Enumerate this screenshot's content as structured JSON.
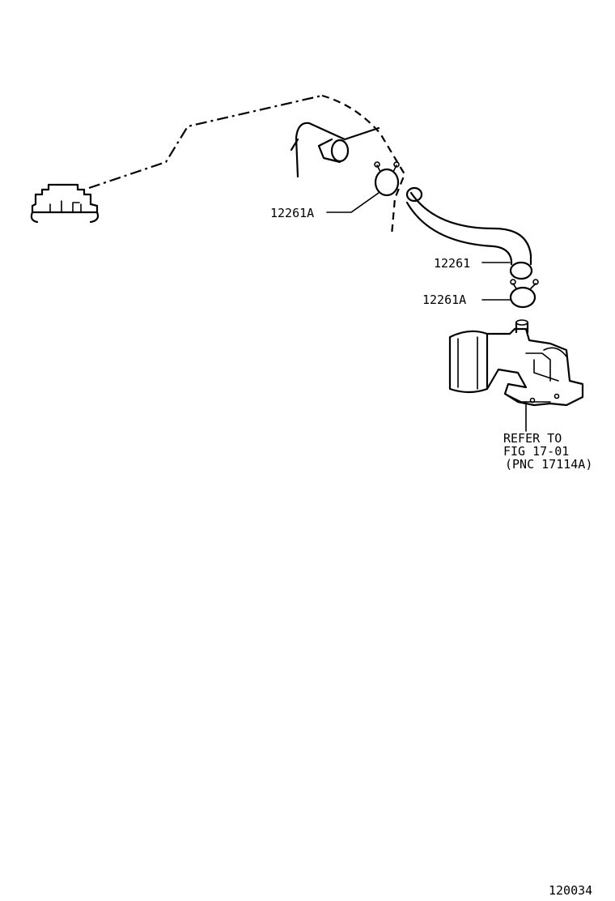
{
  "callouts": {
    "clamp_upper": "12261A",
    "hose": "12261",
    "clamp_lower": "12261A"
  },
  "reference": {
    "line1": "REFER TO",
    "line2": "FIG 17-01",
    "line3": "(PNC 17114A)"
  },
  "diagram_number": "120034"
}
